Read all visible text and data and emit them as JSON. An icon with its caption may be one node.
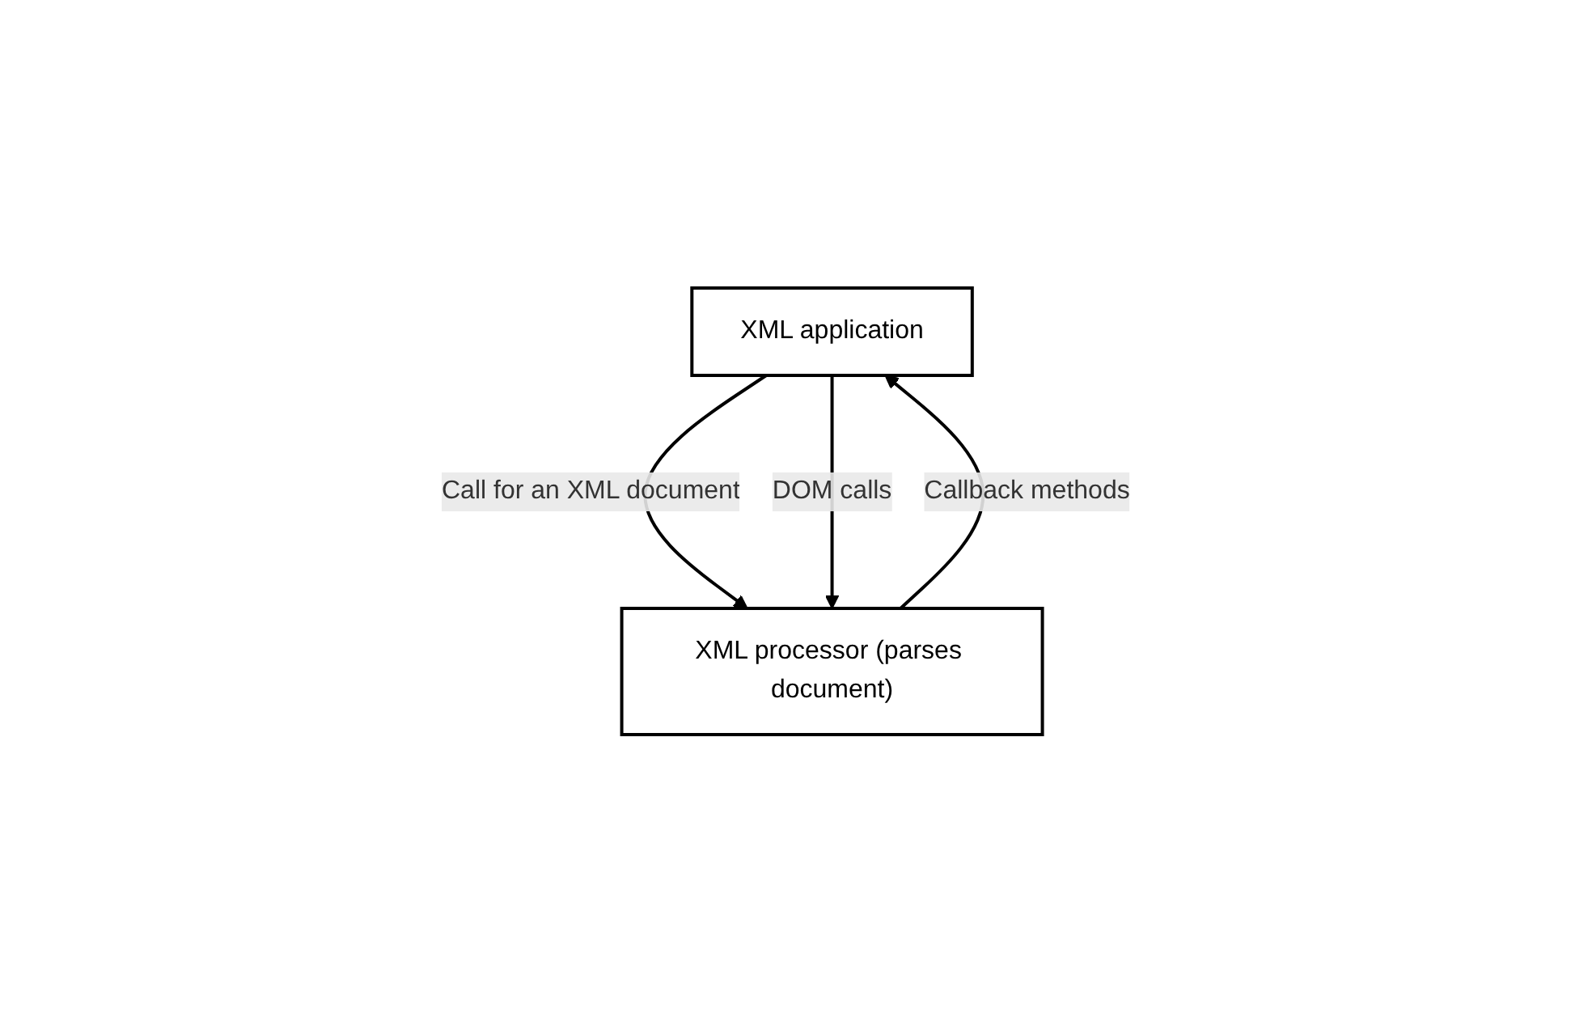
{
  "diagram": {
    "nodes": [
      {
        "text": [
          "XML application"
        ]
      },
      {
        "text": [
          "XML processor (parses document)"
        ]
      }
    ],
    "edges": [
      {
        "from": 0,
        "to": 1,
        "arrow": "to",
        "label": "Call for an XML document"
      },
      {
        "from": 1,
        "to": 0,
        "arrow": "to",
        "label": "Callback methods"
      },
      {
        "from": 0,
        "to": 1,
        "arrow": "to",
        "label": "DOM calls"
      }
    ]
  }
}
